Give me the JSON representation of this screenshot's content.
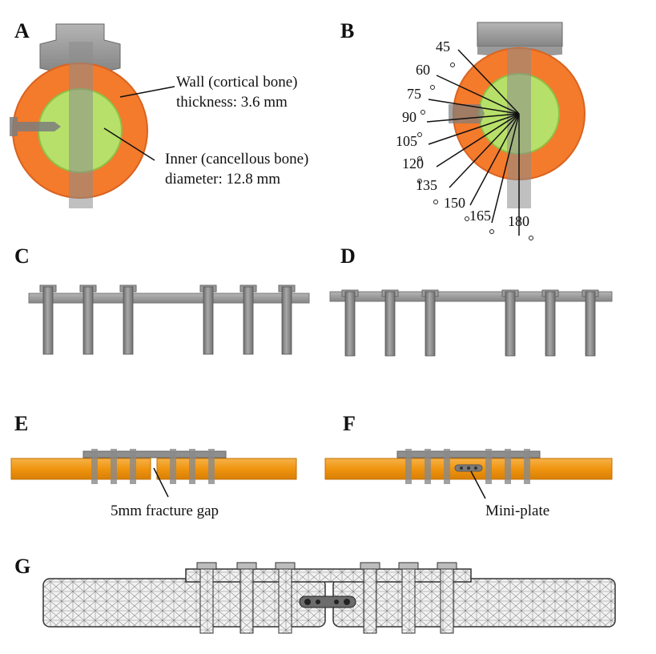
{
  "panels": {
    "a": "A",
    "b": "B",
    "c": "C",
    "d": "D",
    "e": "E",
    "f": "F",
    "g": "G"
  },
  "annotations": {
    "wall_line1": "Wall (cortical bone)",
    "wall_line2": "thickness: 3.6 mm",
    "inner_line1": "Inner  (cancellous bone)",
    "inner_line2": "diameter: 12.8 mm",
    "fracture_gap": "5mm  fracture gap",
    "mini_plate": "Mini-plate"
  },
  "angles": [
    "45",
    "60",
    "75",
    "90",
    "105",
    "120",
    "135",
    "150",
    "165",
    "180"
  ],
  "colors": {
    "cortical": "#f47a2c",
    "cancellous": "#b7e06a",
    "steel": "#8c8c8c",
    "bone_bar": "#f29a1a",
    "mesh": "#9a9a9a"
  }
}
